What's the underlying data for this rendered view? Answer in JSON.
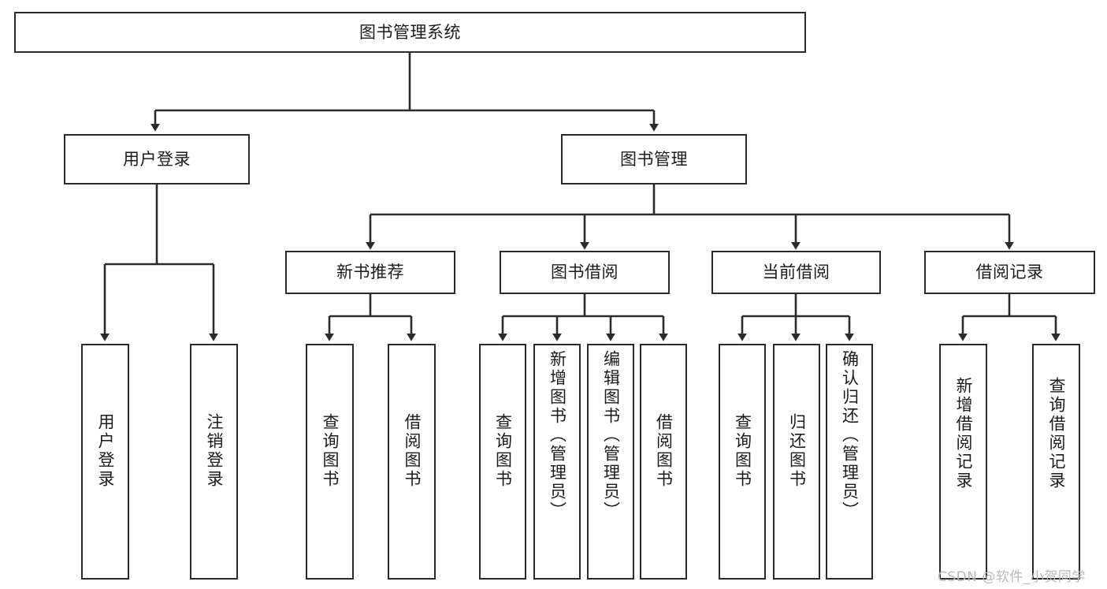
{
  "diagram": {
    "title_box": {
      "label": "图书管理系统"
    },
    "level2": [
      {
        "id": "user-login",
        "label": "用户登录"
      },
      {
        "id": "book-management",
        "label": "图书管理"
      }
    ],
    "level3": [
      {
        "id": "new-book-recommend",
        "label": "新书推荐"
      },
      {
        "id": "book-borrow",
        "label": "图书借阅"
      },
      {
        "id": "current-borrow",
        "label": "当前借阅"
      },
      {
        "id": "borrow-record",
        "label": "借阅记录"
      }
    ],
    "leaves": [
      {
        "id": "leaf-user-login",
        "label": "用户登录",
        "group": "user-login"
      },
      {
        "id": "leaf-logout-login",
        "label": "注销登录",
        "group": "user-login"
      },
      {
        "id": "leaf-query-book-1",
        "label": "查询图书",
        "group": "new-book-recommend"
      },
      {
        "id": "leaf-borrow-book-1",
        "label": "借阅图书",
        "group": "new-book-recommend"
      },
      {
        "id": "leaf-query-book-2",
        "label": "查询图书",
        "group": "book-borrow"
      },
      {
        "id": "leaf-add-book",
        "label": "新增图书（管理员）",
        "group": "book-borrow"
      },
      {
        "id": "leaf-edit-book",
        "label": "编辑图书（管理员）",
        "group": "book-borrow"
      },
      {
        "id": "leaf-borrow-book-2",
        "label": "借阅图书",
        "group": "book-borrow"
      },
      {
        "id": "leaf-query-book-3",
        "label": "查询图书",
        "group": "current-borrow"
      },
      {
        "id": "leaf-return-book",
        "label": "归还图书",
        "group": "current-borrow"
      },
      {
        "id": "leaf-confirm-return",
        "label": "确认归还（管理员）",
        "group": "current-borrow"
      },
      {
        "id": "leaf-add-record",
        "label": "新增借阅记录",
        "group": "borrow-record"
      },
      {
        "id": "leaf-query-record",
        "label": "查询借阅记录",
        "group": "borrow-record"
      }
    ],
    "colors": {
      "stroke": "#2b2b2b",
      "fill": "#ffffff",
      "text": "#1b1b1b",
      "watermark": "#b8b8b8"
    }
  },
  "watermark": {
    "text": "CSDN @软件_小贺同学"
  }
}
